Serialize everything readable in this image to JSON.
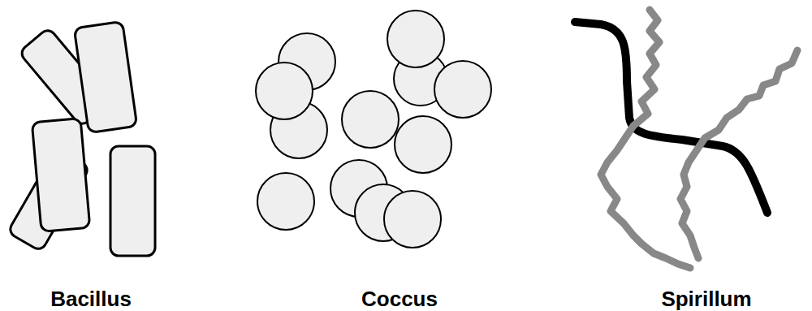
{
  "diagram": {
    "labels": [
      "Bacillus",
      "Coccus",
      "Spirillum"
    ]
  }
}
